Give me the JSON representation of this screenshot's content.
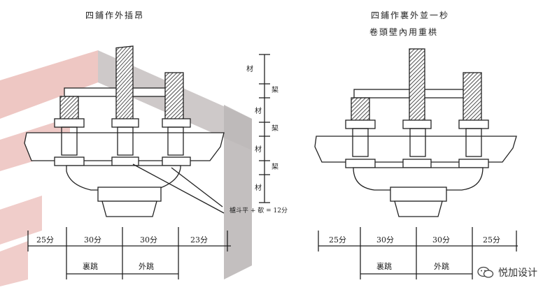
{
  "left": {
    "title": "四鋪作外插昂",
    "dims": [
      "25分",
      "30分",
      "30分",
      "23分"
    ],
    "bottom": [
      "裏跳",
      "外跳"
    ],
    "side": [
      "材",
      "栔",
      "材",
      "栔",
      "材",
      "栔",
      "材"
    ],
    "note": "櫨斗平 + 欹 = 12分"
  },
  "right": {
    "title_line1": "四鋪作裏外並一杪",
    "title_line2": "卷頭壁內用重栱",
    "dims": [
      "25分",
      "30分",
      "30分",
      "25分"
    ],
    "bottom": [
      "裏跳",
      "外跳"
    ]
  },
  "watermark": {
    "icon": "wechat-icon",
    "text": "悦加设计"
  },
  "colors": {
    "pink": "#e8b7b3",
    "gray": "#b3b0b0",
    "line": "#222222"
  }
}
